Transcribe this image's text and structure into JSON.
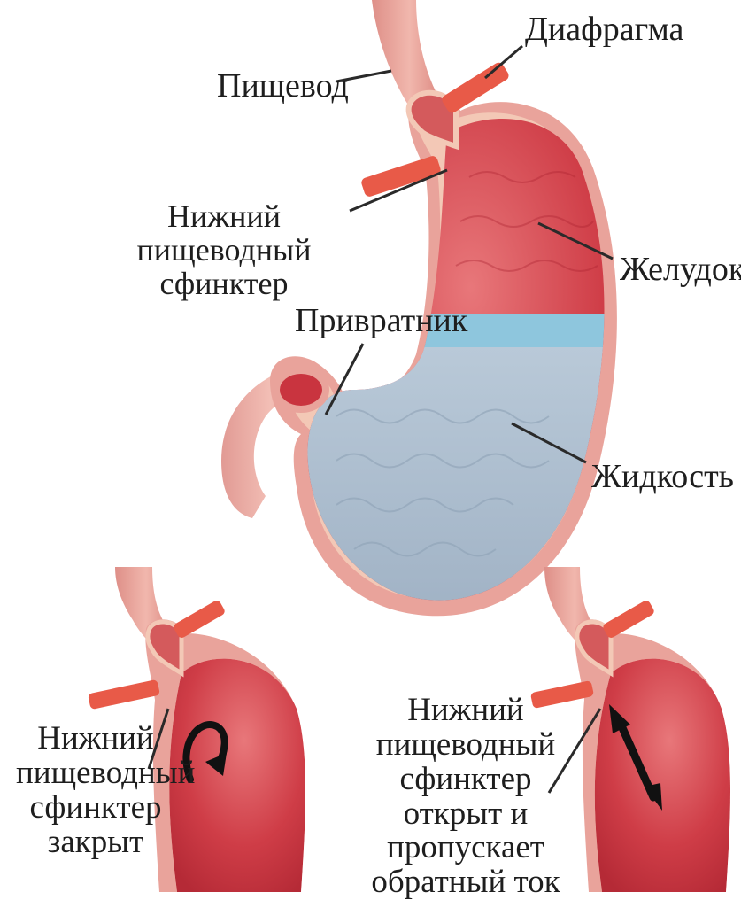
{
  "labels": {
    "esophagus": "Пищевод",
    "diaphragm": "Диафрагма",
    "les": "Нижний пищеводный сфинктер",
    "stomach": "Желудок",
    "pylorus": "Привратник",
    "fluid": "Жидкость",
    "les_closed": "Нижний пищеводный сфинктер закрыт",
    "les_open": "Нижний пищеводный сфинктер открыт и пропускает обратный ток"
  },
  "colors": {
    "wall_outer": "#e9a39b",
    "wall_inner": "#f3c8b6",
    "lining": "#c9343f",
    "lining_light": "#dd6a6f",
    "fluid_top": "#8ec6dd",
    "fluid": "#aebfd0",
    "diaphragm": "#e85a48",
    "leader": "#2a2a2a"
  }
}
